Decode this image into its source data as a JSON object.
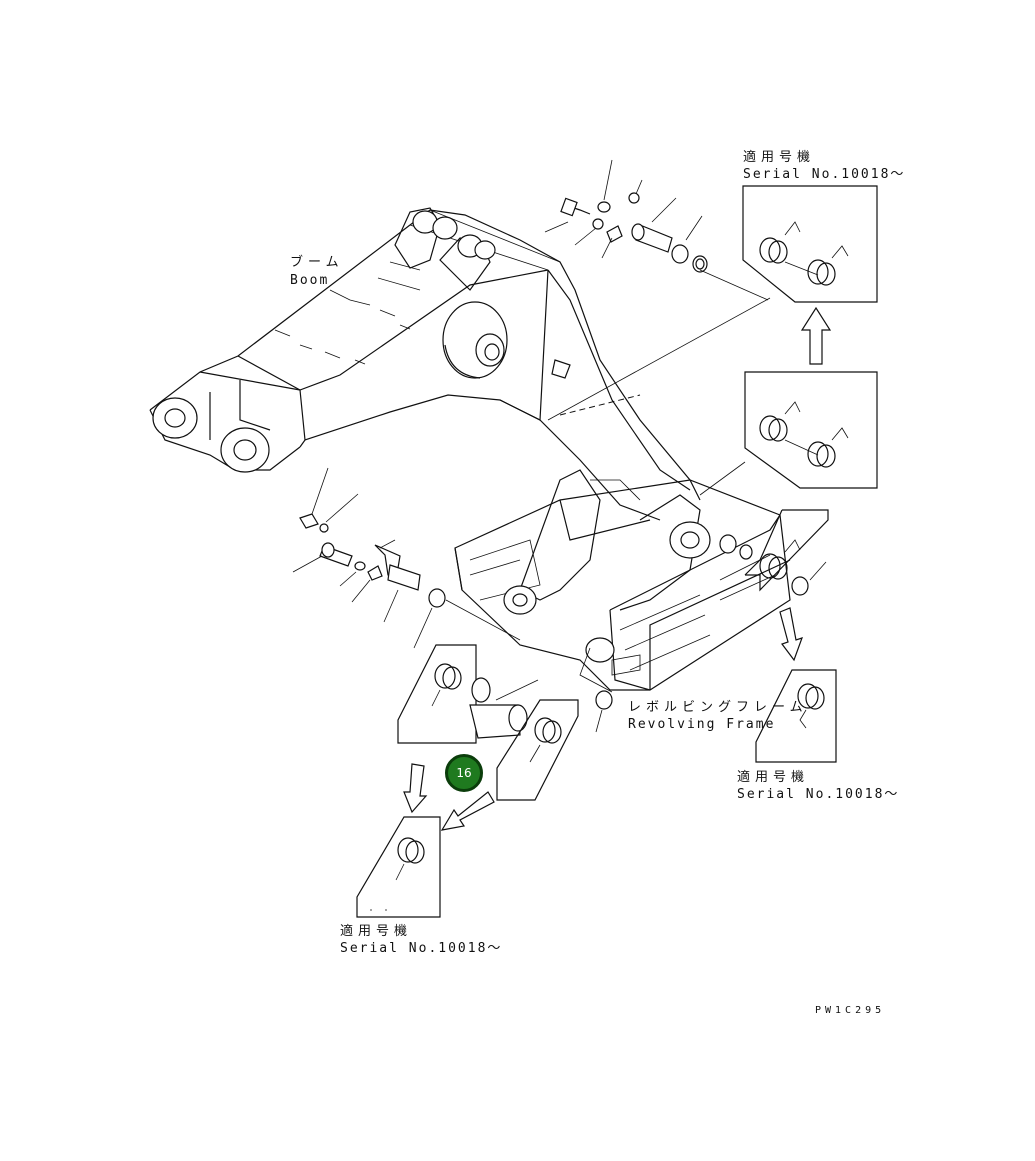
{
  "labels": {
    "boom_jp": "ブーム",
    "boom_en": "Boom",
    "frame_jp": "レボルビングフレーム",
    "frame_en": "Revolving Frame",
    "serial_jp": "適用号機",
    "serial_en": "Serial No.10018～",
    "drawing_code": "PW1C295"
  },
  "callout": {
    "number": "16",
    "color": "#1f7a1f"
  }
}
